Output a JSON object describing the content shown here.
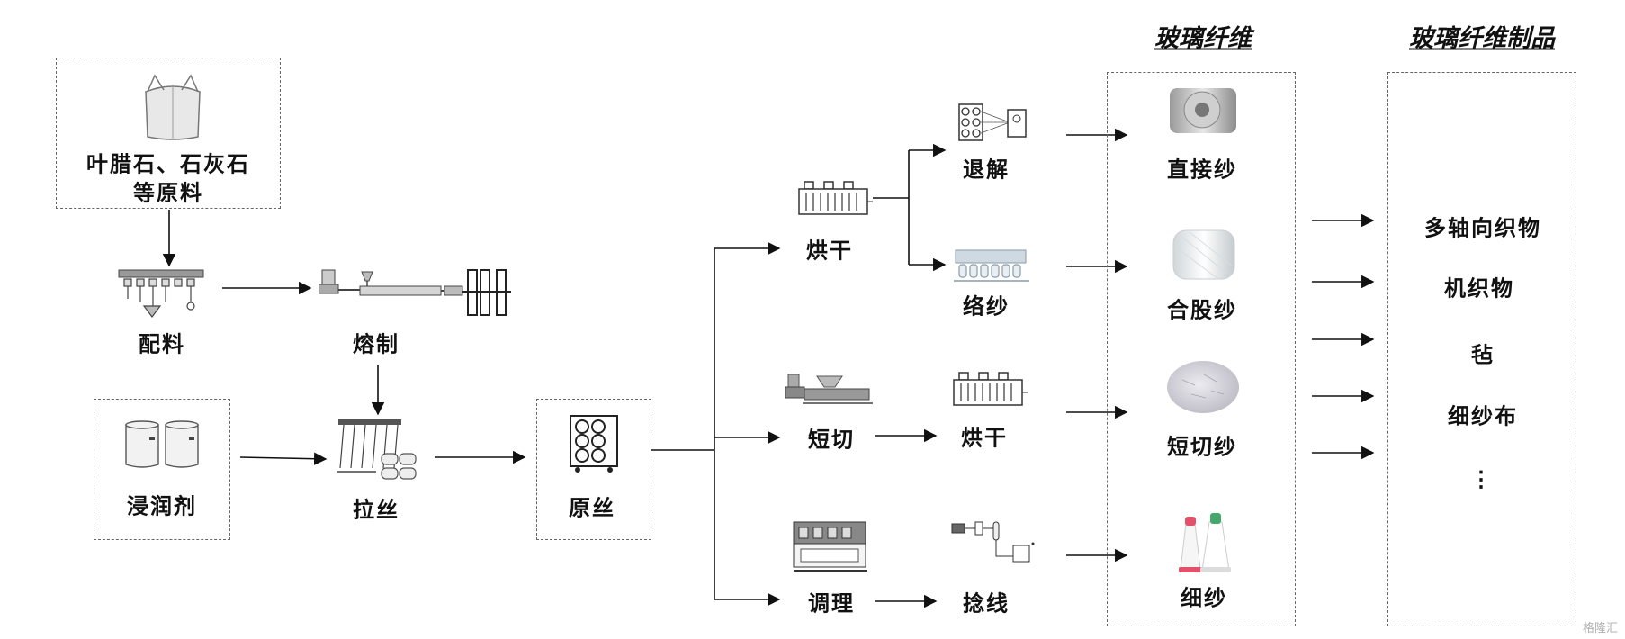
{
  "headers": {
    "fiber": "玻璃纤维",
    "products": "玻璃纤维制品"
  },
  "raw_material": {
    "line1": "叶腊石、石灰石",
    "line2": "等原料"
  },
  "steps": {
    "batching": "配料",
    "melting": "熔制",
    "sizing_agent": "浸润剂",
    "drawing": "拉丝",
    "raw_strand": "原丝",
    "drying_top": "烘干",
    "unwinding": "退解",
    "winding": "络纱",
    "chopping": "短切",
    "drying_mid": "烘干",
    "conditioning": "调理",
    "twisting": "捻线"
  },
  "fibers": [
    "直接纱",
    "合股纱",
    "短切纱",
    "细纱"
  ],
  "products": [
    "多轴向织物",
    "机织物",
    "毡",
    "细纱布",
    "⋮"
  ],
  "watermark": "格隆汇",
  "colors": {
    "line": "#111111",
    "box_border": "#666666"
  }
}
